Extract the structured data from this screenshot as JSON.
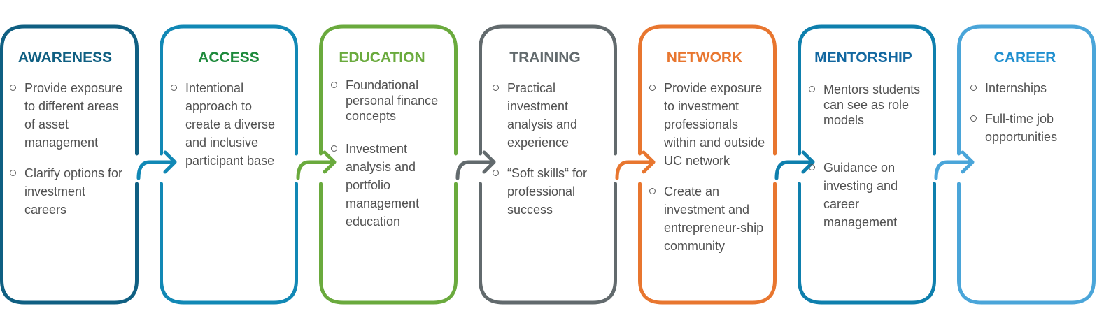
{
  "stages": [
    {
      "id": "awareness",
      "title": "AWARENESS",
      "color": "#0f5f82",
      "items": [
        "Provide exposure to different areas of asset management",
        "Clarify options for investment careers"
      ]
    },
    {
      "id": "access",
      "title": "ACCESS",
      "color": "#1188b5",
      "title_color": "#1e8a3c",
      "items": [
        "Intentional approach to create a diverse and inclusive participant base"
      ]
    },
    {
      "id": "education",
      "title": "EDUCATION",
      "color": "#6aaa3d",
      "items": [
        "Foundational personal finance concepts",
        "Investment analysis and portfolio management education"
      ]
    },
    {
      "id": "training",
      "title": "TRAINING",
      "color": "#626a6d",
      "items": [
        "Practical investment analysis and experience",
        "“Soft skills“ for professional success"
      ]
    },
    {
      "id": "network",
      "title": "NETWORK",
      "color": "#e8762f",
      "items": [
        "Provide exposure to investment professionals within and outside UC network",
        "Create an investment and entrepreneur-ship community"
      ]
    },
    {
      "id": "mentorship",
      "title": "MENTORSHIP",
      "color": "#0e7fad",
      "title_color": "#1267a0",
      "items": [
        "Mentors students can see as role models",
        "Guidance on investing and career management"
      ]
    },
    {
      "id": "career",
      "title": "CAREER",
      "color": "#4aa5d9",
      "title_color": "#1f8fcf",
      "items": [
        "Internships",
        "Full-time job opportunities"
      ]
    }
  ]
}
